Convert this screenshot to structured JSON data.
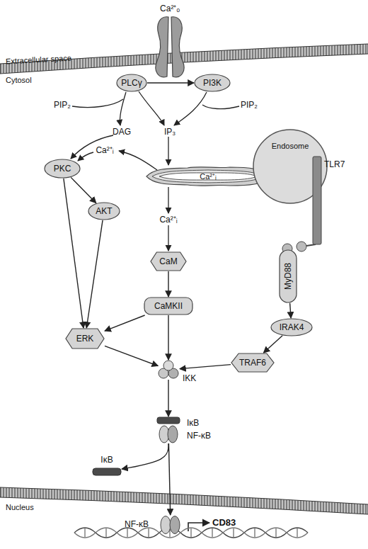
{
  "diagram": {
    "nodes": [
      {
        "text": [
          "PLCγ"
        ]
      },
      {
        "text": [
          "PI3K"
        ]
      },
      {
        "text": [
          "Ca²⁺ᵢ"
        ]
      },
      {
        "text": [
          "PKC"
        ]
      },
      {
        "text": [
          "AKT"
        ]
      },
      {
        "text": [
          "Endosome"
        ]
      },
      {
        "text": [
          "TLR7"
        ]
      },
      {
        "text": [
          "MyD88"
        ]
      },
      {
        "text": [
          "CaM"
        ]
      },
      {
        "text": [
          "CaMKII"
        ]
      },
      {
        "text": [
          "IRAK4"
        ]
      },
      {
        "text": [
          "ERK"
        ]
      },
      {
        "text": [
          "TRAF6"
        ]
      },
      {
        "text": [
          "IKK"
        ]
      },
      {
        "text": [
          "IκB",
          "NF-κB"
        ]
      },
      {
        "text": [
          "IκB"
        ]
      },
      {
        "text": [
          "NF-κB"
        ]
      }
    ],
    "edges": [
      {
        "from": 0,
        "to": 1,
        "arrow": "to"
      },
      {
        "from": 3,
        "to": 4,
        "arrow": "to"
      },
      {
        "from": 3,
        "to": 11,
        "arrow": "to"
      },
      {
        "from": 4,
        "to": 11,
        "arrow": "to"
      },
      {
        "from": 8,
        "to": 9,
        "arrow": "to"
      },
      {
        "from": 9,
        "to": 11,
        "arrow": "to"
      },
      {
        "from": 9,
        "to": 13,
        "arrow": "to"
      },
      {
        "from": 11,
        "to": 13,
        "arrow": "to"
      },
      {
        "from": 7,
        "to": 10,
        "arrow": "to"
      },
      {
        "from": 10,
        "to": 12,
        "arrow": "to"
      },
      {
        "from": 12,
        "to": 13,
        "arrow": "to"
      },
      {
        "from": 13,
        "to": 14,
        "arrow": "to"
      },
      {
        "from": 14,
        "to": 15,
        "arrow": "to"
      },
      {
        "from": 14,
        "to": 16,
        "arrow": "to"
      }
    ],
    "labels": [
      "Ca²⁺ₒ",
      "Extracellular space",
      "Cytosol",
      "PIP₂",
      "PIP₂",
      "DAG",
      "IP₃",
      "Ca²⁺ᵢ",
      "Ca²⁺ᵢ",
      "Nucleus",
      "CD83"
    ]
  }
}
